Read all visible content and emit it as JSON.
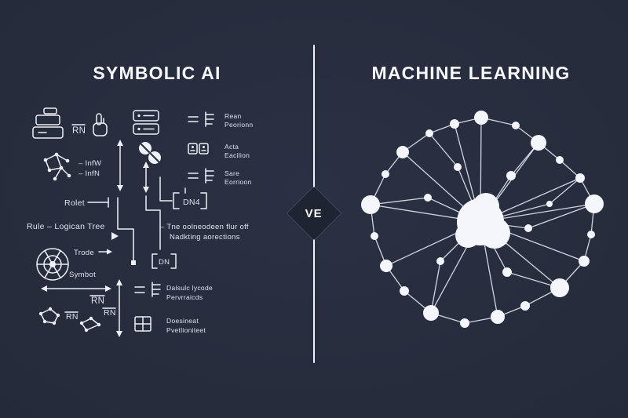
{
  "colors": {
    "background": "#252b3a",
    "ink": "#edf0f6",
    "badge_fill": "#1e2431"
  },
  "left": {
    "title": "SYMBOLIC AI",
    "labels": {
      "rn_top": "RN",
      "inf_line1": "– InfW",
      "inf_line2": "– InfN",
      "rolet": "Rolet",
      "rule_tree": "Rule – Logican Tree",
      "dn4": "DN4",
      "dn": "DN",
      "note1": "– Tne oolneodeen flur off",
      "note2": "Nadkting aorections",
      "trode": "Trode",
      "symbot": "Symbot",
      "rn_a": "RN",
      "rn_b": "RN",
      "rn_c": "RN",
      "row1a": "Rean",
      "row1b": "Peorionn",
      "row2a": "Acta",
      "row2b": "Eacilion",
      "row3a": "Sare",
      "row3b": "Eorrioon",
      "row4a": "Dalsulc lycode",
      "row4b": "Pervrraicds",
      "row5a": "Doesineat",
      "row5b": "Pvetlioniteet"
    }
  },
  "divider": {
    "badge": "VE"
  },
  "right": {
    "title": "MACHINE LEARNING",
    "network": {
      "blob": [
        [
          612,
          283,
          30
        ],
        [
          630,
          297,
          20
        ],
        [
          596,
          300,
          16
        ],
        [
          619,
          263,
          17
        ]
      ],
      "nodes": [
        [
          613,
          150,
          9
        ],
        [
          657,
          160,
          5
        ],
        [
          686,
          182,
          10
        ],
        [
          713,
          204,
          5
        ],
        [
          739,
          227,
          6
        ],
        [
          757,
          260,
          12
        ],
        [
          753,
          299,
          5
        ],
        [
          744,
          333,
          7
        ],
        [
          713,
          367,
          12
        ],
        [
          669,
          390,
          6
        ],
        [
          634,
          404,
          9
        ],
        [
          592,
          412,
          6
        ],
        [
          549,
          399,
          10
        ],
        [
          515,
          371,
          6
        ],
        [
          492,
          339,
          8
        ],
        [
          477,
          301,
          5
        ],
        [
          472,
          261,
          12
        ],
        [
          491,
          222,
          5
        ],
        [
          513,
          194,
          8
        ],
        [
          547,
          170,
          5
        ],
        [
          579,
          158,
          6
        ],
        [
          583,
          213,
          5
        ],
        [
          651,
          224,
          6
        ],
        [
          673,
          291,
          5
        ],
        [
          646,
          347,
          6
        ],
        [
          561,
          333,
          5
        ],
        [
          545,
          252,
          5
        ],
        [
          700,
          260,
          4
        ]
      ],
      "edges": [
        [
          0,
          1
        ],
        [
          1,
          2
        ],
        [
          2,
          3
        ],
        [
          3,
          4
        ],
        [
          4,
          5
        ],
        [
          5,
          6
        ],
        [
          6,
          7
        ],
        [
          7,
          8
        ],
        [
          8,
          9
        ],
        [
          9,
          10
        ],
        [
          10,
          11
        ],
        [
          11,
          12
        ],
        [
          12,
          13
        ],
        [
          13,
          14
        ],
        [
          14,
          15
        ],
        [
          15,
          16
        ],
        [
          16,
          17
        ],
        [
          17,
          18
        ],
        [
          18,
          19
        ],
        [
          19,
          20
        ],
        [
          20,
          0
        ],
        [
          -1,
          0
        ],
        [
          -1,
          2
        ],
        [
          -1,
          4
        ],
        [
          -1,
          5
        ],
        [
          -1,
          7
        ],
        [
          -1,
          8
        ],
        [
          -1,
          10
        ],
        [
          -1,
          12
        ],
        [
          -1,
          14
        ],
        [
          -1,
          16
        ],
        [
          -1,
          18
        ],
        [
          -1,
          20
        ],
        [
          -1,
          21
        ],
        [
          -1,
          22
        ],
        [
          -1,
          23
        ],
        [
          -1,
          24
        ],
        [
          -1,
          25
        ],
        [
          -1,
          26
        ],
        [
          -1,
          27
        ],
        [
          21,
          19
        ],
        [
          22,
          2
        ],
        [
          23,
          5
        ],
        [
          24,
          8
        ],
        [
          25,
          12
        ],
        [
          26,
          16
        ],
        [
          27,
          4
        ]
      ]
    }
  }
}
